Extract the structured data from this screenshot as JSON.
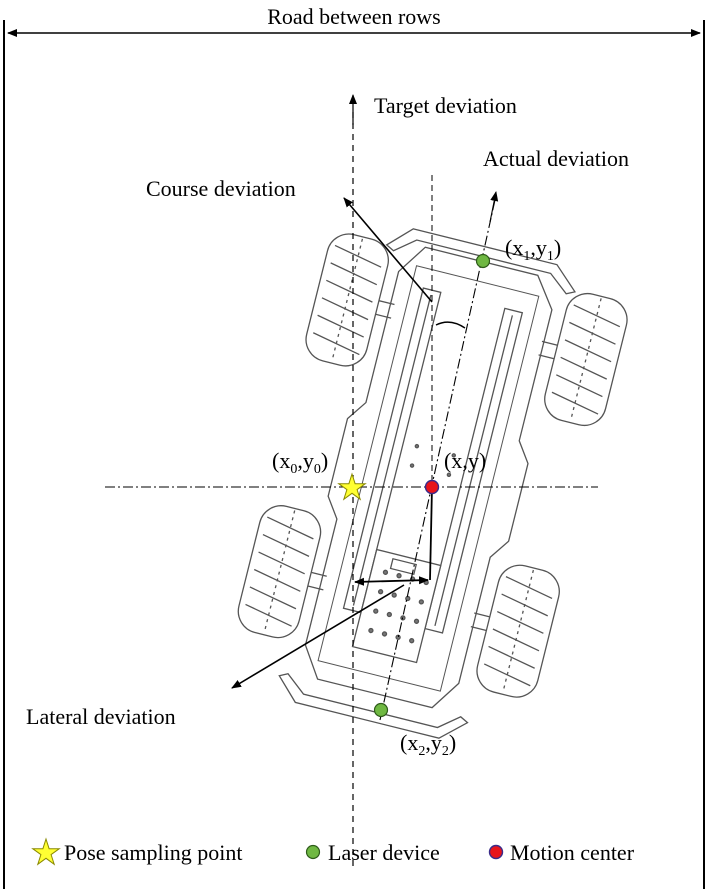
{
  "labels": {
    "road": "Road between rows",
    "target_deviation": "Target deviation",
    "actual_deviation": "Actual deviation",
    "course_deviation": "Course deviation",
    "lateral_deviation": "Lateral deviation"
  },
  "points": {
    "front_laser": {
      "base": "x",
      "sub_x": "1",
      "comma": ",",
      "y": "y",
      "sub_y": "1",
      "open": "(",
      "close": ")"
    },
    "pose": {
      "base": "x",
      "sub_x": "0",
      "comma": ",",
      "y": "y",
      "sub_y": "0",
      "open": "(",
      "close": ")"
    },
    "motion_center": {
      "text": "(x,y)"
    },
    "rear_laser": {
      "base": "x",
      "sub_x": "2",
      "comma": ",",
      "y": "y",
      "sub_y": "2",
      "open": "(",
      "close": ")"
    }
  },
  "legend": {
    "pose_sampling": "Pose sampling point",
    "laser_device": "Laser device",
    "motion_center": "Motion center"
  },
  "colors": {
    "star_fill": "#ffff33",
    "laser_fill": "#6fb842",
    "motion_fill": "#e8141b",
    "motion_stroke": "#3a2b8a",
    "line": "#000000",
    "robot_line": "#555555"
  },
  "icons": {
    "star": "star-icon",
    "laser": "green-circle-icon",
    "motion": "red-circle-icon"
  }
}
